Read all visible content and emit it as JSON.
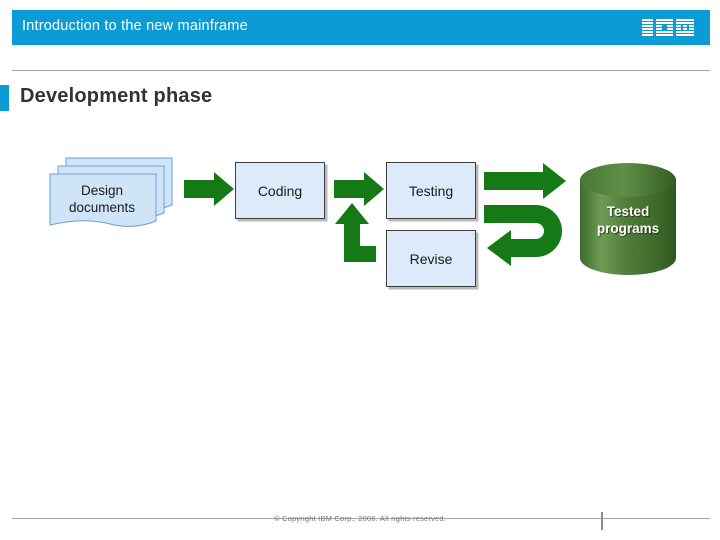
{
  "header": {
    "title": "Introduction to the new mainframe",
    "logo_name": "ibm-logo",
    "logo_text": "IBM",
    "bar_color": "#0c9bd4"
  },
  "title": {
    "text": "Development phase",
    "marker_color": "#0c9bd4"
  },
  "diagram": {
    "nodes": [
      {
        "id": "design-documents",
        "label": "Design\ndocuments",
        "label_line1": "Design",
        "label_line2": "documents",
        "shape": "document-stack",
        "fill": "#cfe4f7"
      },
      {
        "id": "coding",
        "label": "Coding",
        "shape": "rectangle",
        "fill": "#dceafa"
      },
      {
        "id": "testing",
        "label": "Testing",
        "shape": "rectangle",
        "fill": "#dceafa"
      },
      {
        "id": "revise",
        "label": "Revise",
        "shape": "rectangle",
        "fill": "#dceafa"
      },
      {
        "id": "tested-programs",
        "label": "Tested programs",
        "label_line1": "Tested",
        "label_line2": "programs",
        "shape": "cylinder",
        "fill": "#4e7a3a"
      }
    ],
    "arrows": [
      {
        "id": "design-to-coding",
        "from": "design-documents",
        "to": "coding",
        "style": "straight-right"
      },
      {
        "id": "coding-to-testing",
        "from": "coding",
        "to": "testing",
        "style": "straight-right"
      },
      {
        "id": "testing-to-tested",
        "from": "testing",
        "to": "tested-programs",
        "style": "straight-right"
      },
      {
        "id": "testing-to-revise",
        "from": "testing",
        "to": "revise",
        "style": "u-turn-down-left"
      },
      {
        "id": "revise-to-coding",
        "from": "revise",
        "to": "coding",
        "style": "elbow-up-left"
      }
    ],
    "arrow_color": "#157a16"
  },
  "footer": {
    "copyright": "© Copyright IBM Corp., 2006. All rights reserved."
  }
}
